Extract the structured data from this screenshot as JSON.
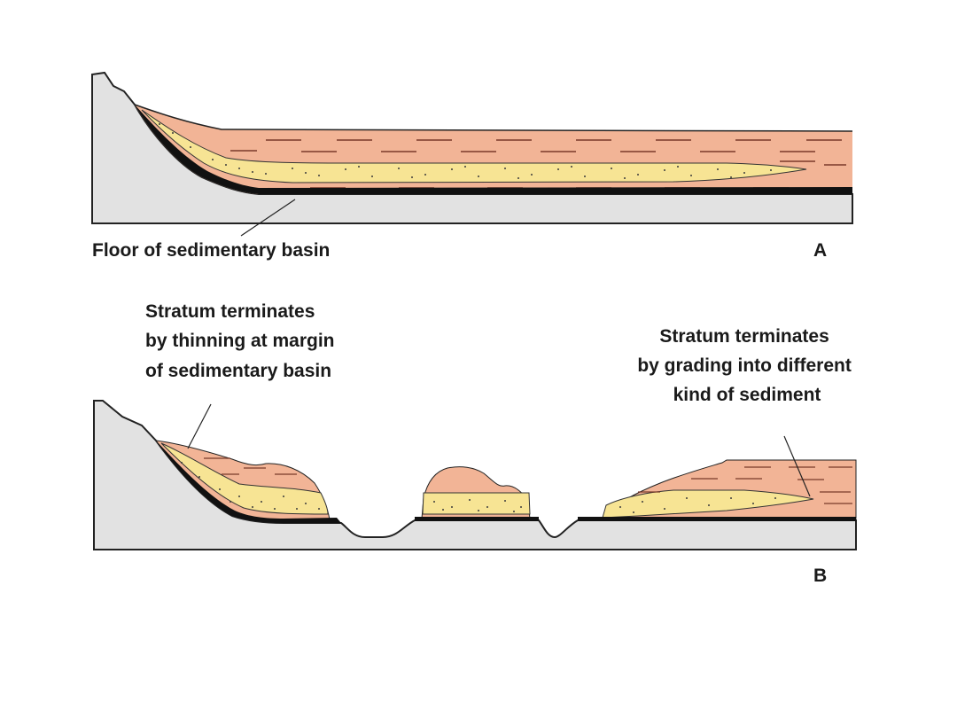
{
  "panels": [
    {
      "id": "A",
      "letter": "A",
      "labels": [
        "Floor of sedimentary basin"
      ]
    },
    {
      "id": "B",
      "letter": "B",
      "labels": [
        [
          "Stratum terminates",
          "by thinning at margin",
          "of sedimentary basin"
        ],
        [
          "Stratum terminates",
          "by grading into different",
          "kind of sediment"
        ]
      ]
    }
  ],
  "colors": {
    "bedrock": "#e2e2e2",
    "shale": "#f2b496",
    "sandstone": "#f7e494",
    "basal_layer": "#111111",
    "outline": "#222222",
    "shale_dashes": "#7a3a2a"
  }
}
